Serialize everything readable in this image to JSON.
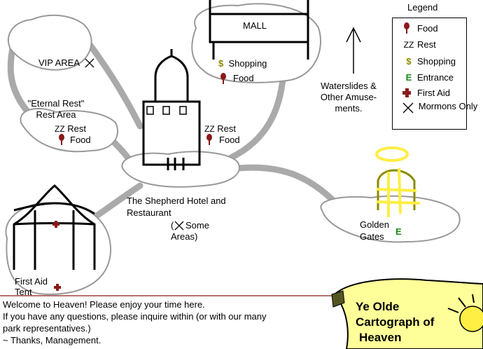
{
  "legend": {
    "title": "Legend",
    "items": [
      {
        "icon": "food-icon",
        "label": "Food"
      },
      {
        "icon": "rest-icon",
        "label": "Rest"
      },
      {
        "icon": "shopping-icon",
        "label": "Shopping"
      },
      {
        "icon": "entrance-icon",
        "label": "Entrance"
      },
      {
        "icon": "first-aid-icon",
        "label": "First Aid"
      },
      {
        "icon": "mormons-only-icon",
        "label": "Mormons Only"
      }
    ],
    "icon_glyphs": {
      "rest": "ZZ",
      "shopping": "$",
      "entrance": "E"
    }
  },
  "areas": {
    "vip": {
      "name": "VIP AREA"
    },
    "eternal_rest": {
      "name": "\"Eternal Rest\" Rest Area",
      "rest": "Rest",
      "food": "Food"
    },
    "mall": {
      "name": "MALL",
      "shopping": "Shopping",
      "food": "Food"
    },
    "hotel": {
      "name": "The Shepherd Hotel and Restaurant",
      "note": "Some Areas)",
      "note_open": "(",
      "rest": "Rest",
      "food": "Food"
    },
    "waterslides": {
      "name": "Waterslides & Other Amuse- ments."
    },
    "golden_gates": {
      "name": "Golden Gates"
    },
    "first_aid": {
      "name": "First Aid Tent"
    }
  },
  "message": {
    "line1": "Welcome to Heaven! Please enjoy your time here.",
    "line2": "If you have any questions, please inquire within (or with our many",
    "line3": "park representatives.)",
    "line4": "~ Thanks, Management."
  },
  "map_title": {
    "line1": "Ye Olde",
    "line2": "Cartograph of",
    "line3": "Heaven"
  },
  "colors": {
    "path": "#aaaaaa",
    "food": "#8b1a1a",
    "shopping": "#8b8b00",
    "entrance": "#1a8a1a",
    "first_aid": "#8b1a1a",
    "halo": "#ffee44",
    "scroll": "#ffff99",
    "separator": "#a04040"
  }
}
